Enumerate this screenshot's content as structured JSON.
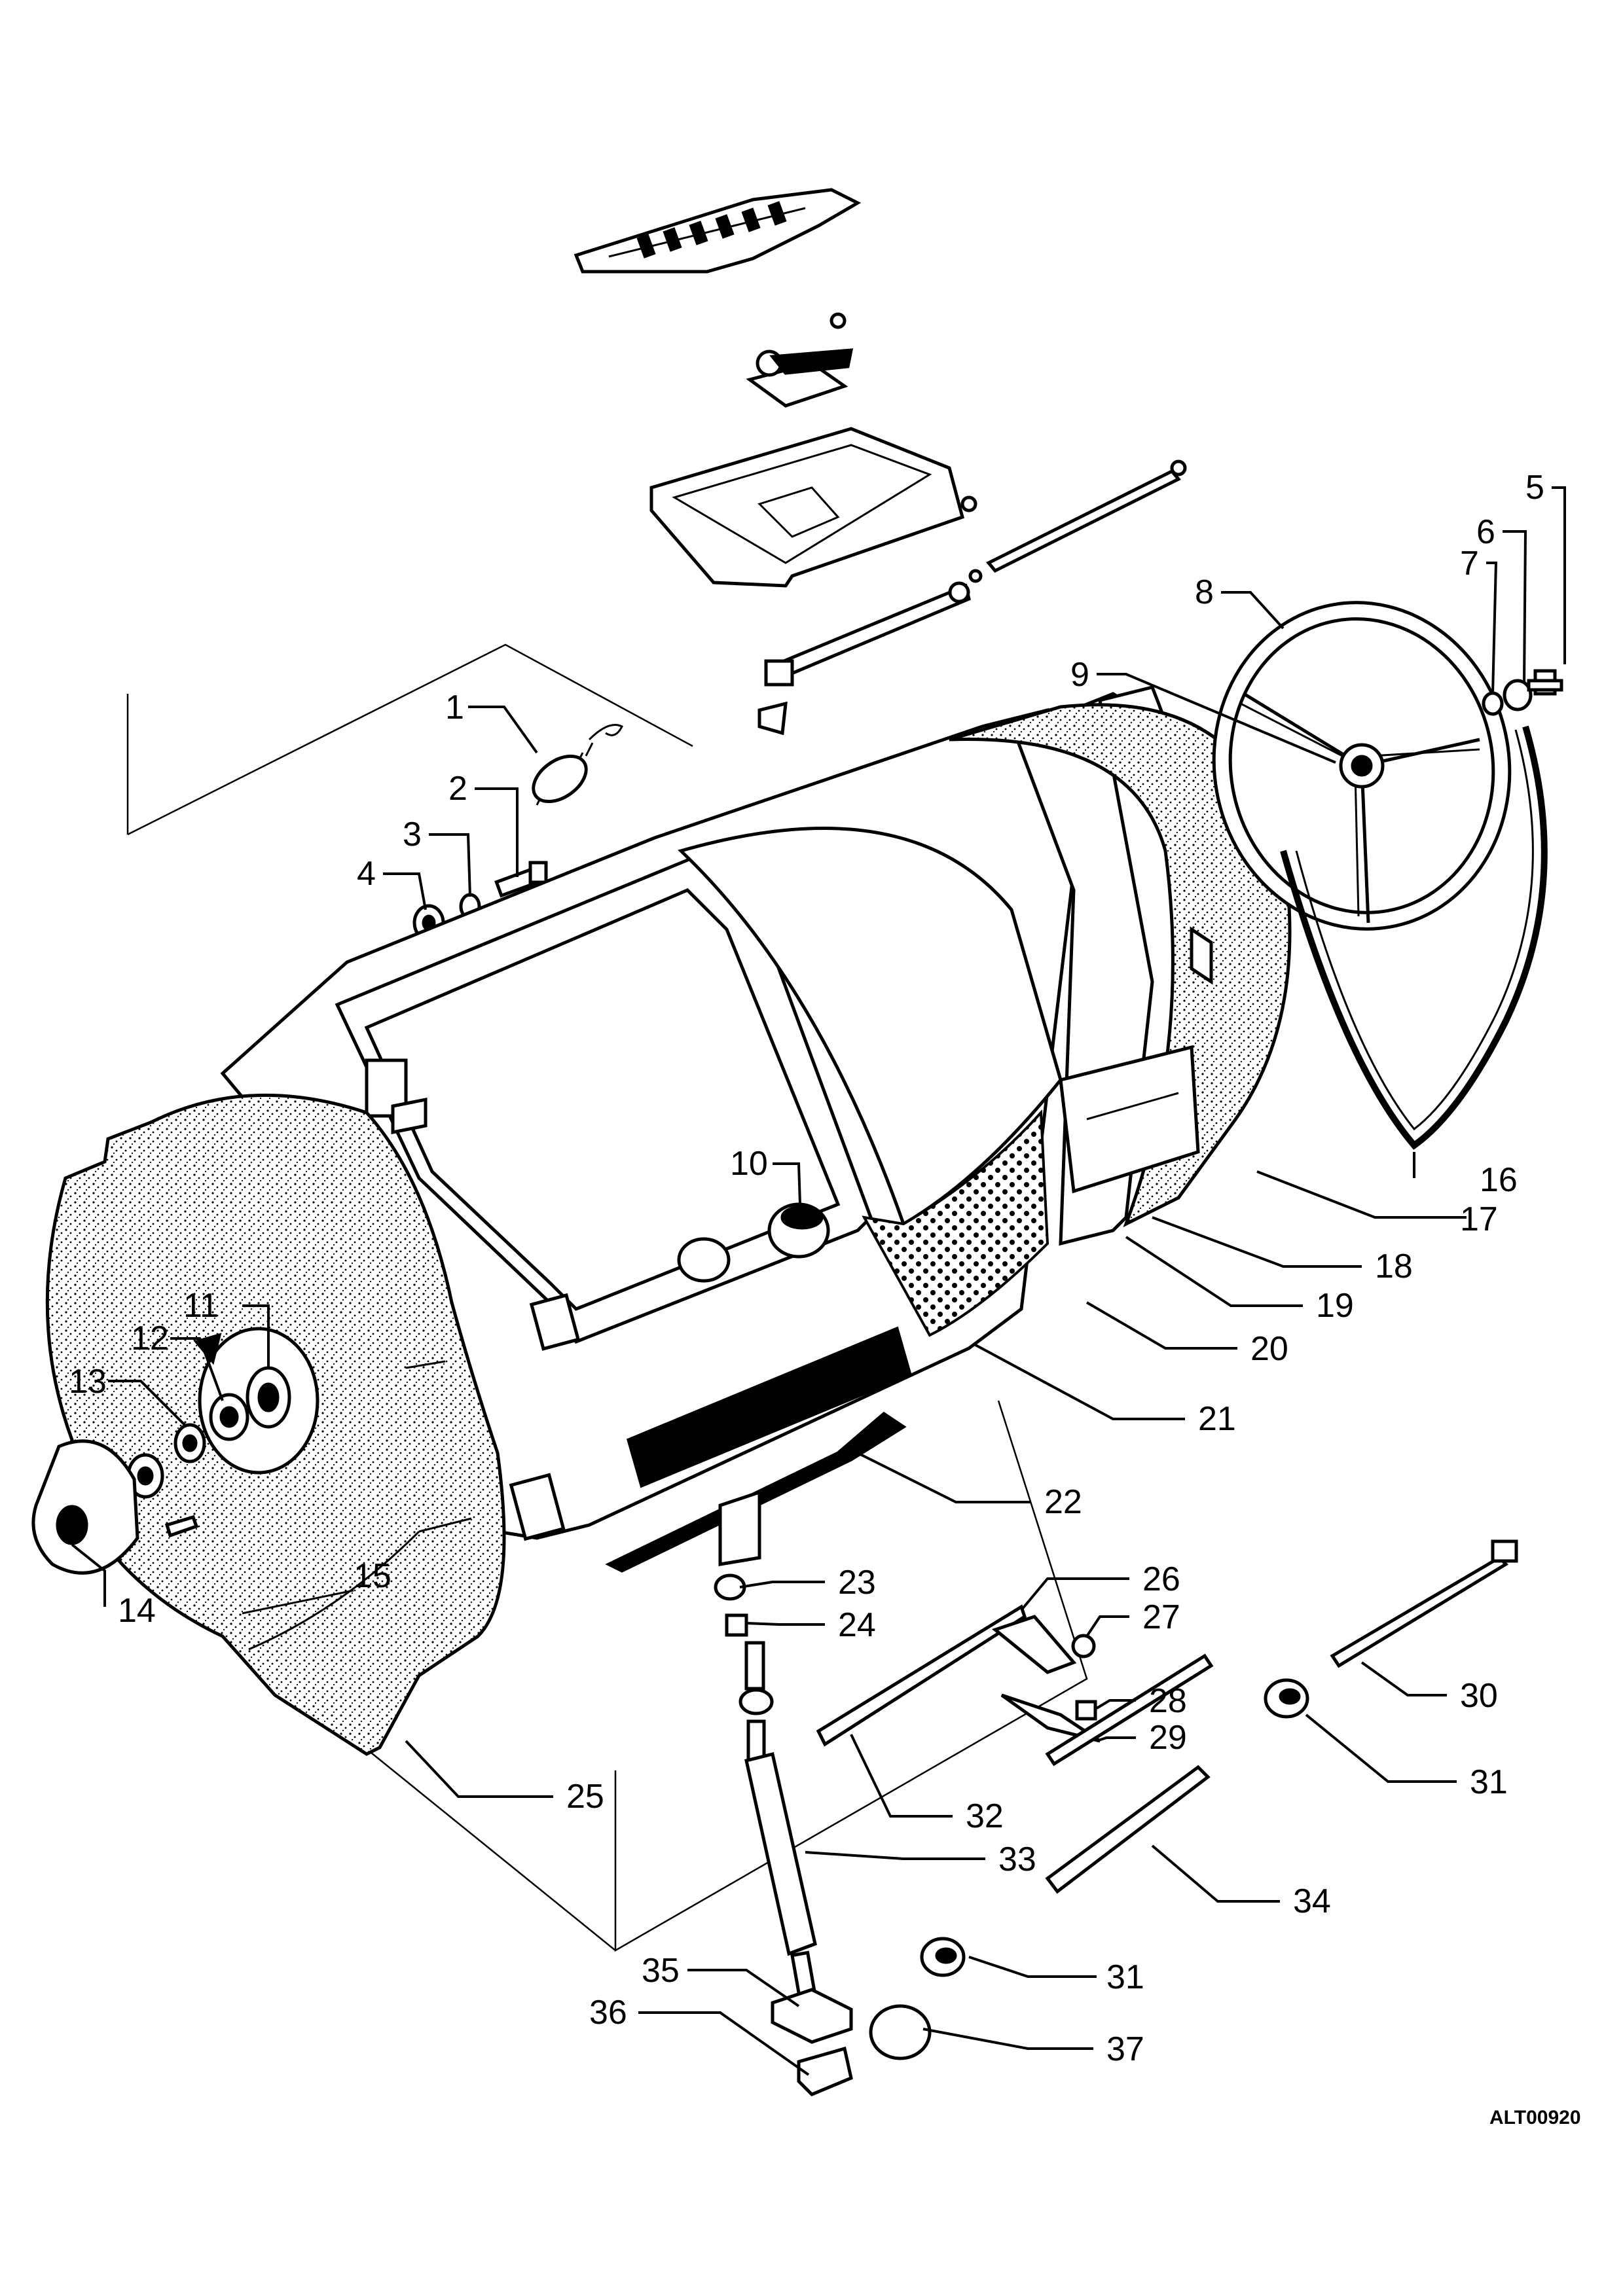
{
  "drawing_code": "ALT00920",
  "callouts": [
    {
      "n": "1"
    },
    {
      "n": "2"
    },
    {
      "n": "3"
    },
    {
      "n": "4"
    },
    {
      "n": "5"
    },
    {
      "n": "6"
    },
    {
      "n": "7"
    },
    {
      "n": "8"
    },
    {
      "n": "9"
    },
    {
      "n": "10"
    },
    {
      "n": "11"
    },
    {
      "n": "12"
    },
    {
      "n": "13"
    },
    {
      "n": "14"
    },
    {
      "n": "15"
    },
    {
      "n": "16"
    },
    {
      "n": "17"
    },
    {
      "n": "18"
    },
    {
      "n": "19"
    },
    {
      "n": "20"
    },
    {
      "n": "21"
    },
    {
      "n": "22"
    },
    {
      "n": "23"
    },
    {
      "n": "24"
    },
    {
      "n": "25"
    },
    {
      "n": "26"
    },
    {
      "n": "27"
    },
    {
      "n": "28"
    },
    {
      "n": "29"
    },
    {
      "n": "30"
    },
    {
      "n": "31"
    },
    {
      "n": "32"
    },
    {
      "n": "33"
    },
    {
      "n": "34"
    },
    {
      "n": "31"
    },
    {
      "n": "35"
    },
    {
      "n": "36"
    },
    {
      "n": "37"
    }
  ]
}
